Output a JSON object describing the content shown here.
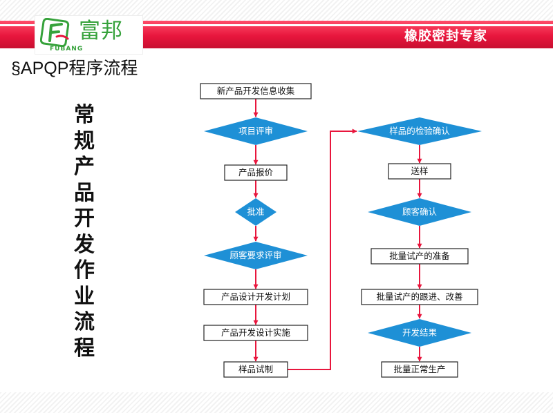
{
  "header": {
    "brand_cn": "富邦",
    "brand_en": "FUBANG",
    "slogan": "橡胶密封专家"
  },
  "slide": {
    "title": "§APQP程序流程",
    "vertical_title": "常规产品开发作业流程"
  },
  "colors": {
    "band_red": "#e8163d",
    "diamond_blue": "#1e90d6",
    "arrow_red": "#e8163d",
    "brand_green": "#36a23b"
  },
  "flowchart": {
    "left_column": [
      {
        "label": "新产品开发信息收集",
        "shape": "box"
      },
      {
        "label": "项目评审",
        "shape": "diamond"
      },
      {
        "label": "产品报价",
        "shape": "box"
      },
      {
        "label": "批准",
        "shape": "diamond"
      },
      {
        "label": "顾客要求评审",
        "shape": "diamond"
      },
      {
        "label": "产品设计开发计划",
        "shape": "box"
      },
      {
        "label": "产品开发设计实施",
        "shape": "box"
      },
      {
        "label": "样品试制",
        "shape": "box"
      }
    ],
    "right_column": [
      {
        "label": "样品的检验确认",
        "shape": "diamond"
      },
      {
        "label": "送样",
        "shape": "box"
      },
      {
        "label": "顾客确认",
        "shape": "diamond"
      },
      {
        "label": "批量试产的准备",
        "shape": "box"
      },
      {
        "label": "批量试产的跟进、改善",
        "shape": "box"
      },
      {
        "label": "开发结果",
        "shape": "diamond"
      },
      {
        "label": "批量正常生产",
        "shape": "box"
      }
    ]
  }
}
